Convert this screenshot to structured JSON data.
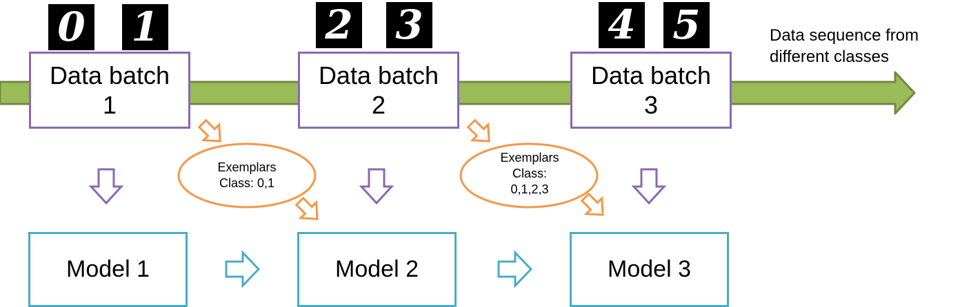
{
  "sequence_label": {
    "line1": "Data sequence from",
    "line2": "different classes"
  },
  "batches": [
    {
      "line1": "Data batch",
      "line2": "1",
      "digits": [
        "0",
        "1"
      ]
    },
    {
      "line1": "Data batch",
      "line2": "2",
      "digits": [
        "2",
        "3"
      ]
    },
    {
      "line1": "Data batch",
      "line2": "3",
      "digits": [
        "4",
        "5"
      ]
    }
  ],
  "models": [
    {
      "label": "Model 1"
    },
    {
      "label": "Model 2"
    },
    {
      "label": "Model 3"
    }
  ],
  "exemplars": [
    {
      "lines": [
        "Exemplars",
        "Class: 0,1"
      ]
    },
    {
      "lines": [
        "Exemplars",
        "Class:",
        "0,1,2,3"
      ]
    }
  ],
  "colors": {
    "timeline_fill": "#9bbb59",
    "timeline_stroke": "#71893f",
    "batch_border": "#8b68b2",
    "model_border": "#4aabc6",
    "exemplar_stroke": "#f79646",
    "digit_background": "#000000",
    "digit_foreground": "#ffffff"
  }
}
